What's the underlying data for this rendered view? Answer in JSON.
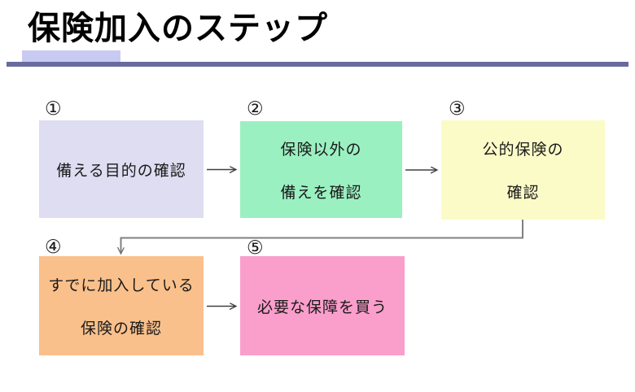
{
  "page": {
    "title": "保険加入のステップ"
  },
  "decor": {
    "accent_color": "#C9CAF3",
    "rule_color": "#686B9D",
    "arrow_color": "#404040",
    "connector_color": "#808080"
  },
  "steps": [
    {
      "number": "①",
      "lines": [
        "備える目的の確認"
      ],
      "fill": "#DEDDF1"
    },
    {
      "number": "②",
      "lines": [
        "保険以外の",
        "備えを確認"
      ],
      "fill": "#9BF0C1"
    },
    {
      "number": "③",
      "lines": [
        "公的保険の",
        "確認"
      ],
      "fill": "#FBFBC8"
    },
    {
      "number": "④",
      "lines": [
        "すでに加入している",
        "保険の確認"
      ],
      "fill": "#FAC08B"
    },
    {
      "number": "⑤",
      "lines": [
        "必要な保障を買う"
      ],
      "fill": "#FA9ECB"
    }
  ]
}
